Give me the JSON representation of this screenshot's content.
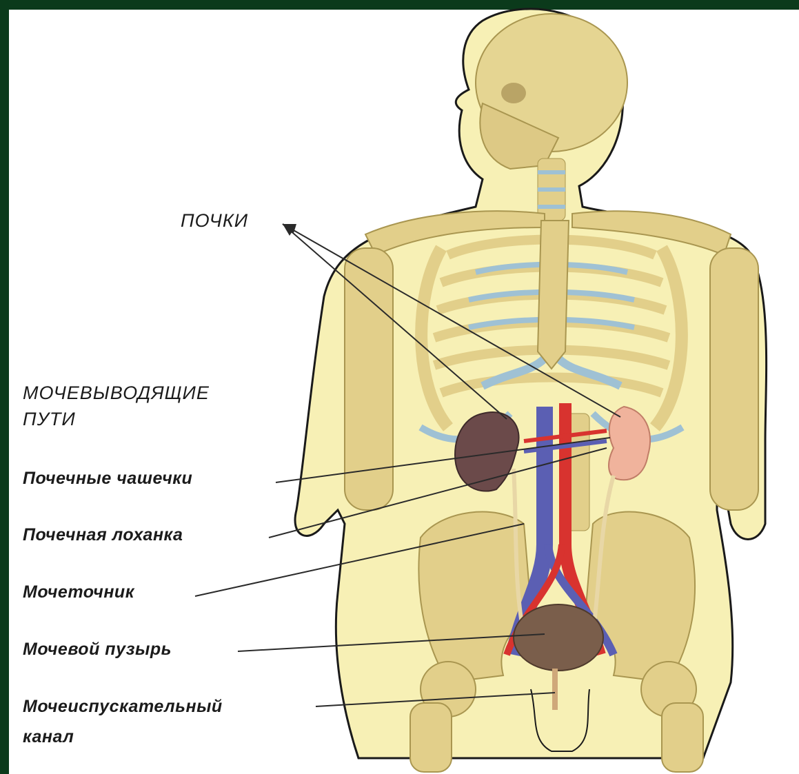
{
  "labels": {
    "kidneys": "ПОЧКИ",
    "urinary_tract_1": "МОЧЕВЫВОДЯЩИЕ",
    "urinary_tract_2": "ПУТИ",
    "renal_calyces": "Почечные чашечки",
    "renal_pelvis": "Почечная лоханка",
    "ureter": "Мочеточник",
    "bladder": "Мочевой пузырь",
    "urethra_1": "Мочеиспускательный",
    "urethra_2": "канал"
  },
  "colors": {
    "frame": "#0b3a1b",
    "background": "#ffffff",
    "body": "#f7f0b5",
    "bone": "#e2cf8a",
    "cartilage": "#9fc1d4",
    "artery": "#d8332f",
    "vein": "#5b5fb3",
    "kidney_left": "#6b4a4a",
    "kidney_right": "#f0b39c",
    "bladder": "#7a5e4b"
  }
}
